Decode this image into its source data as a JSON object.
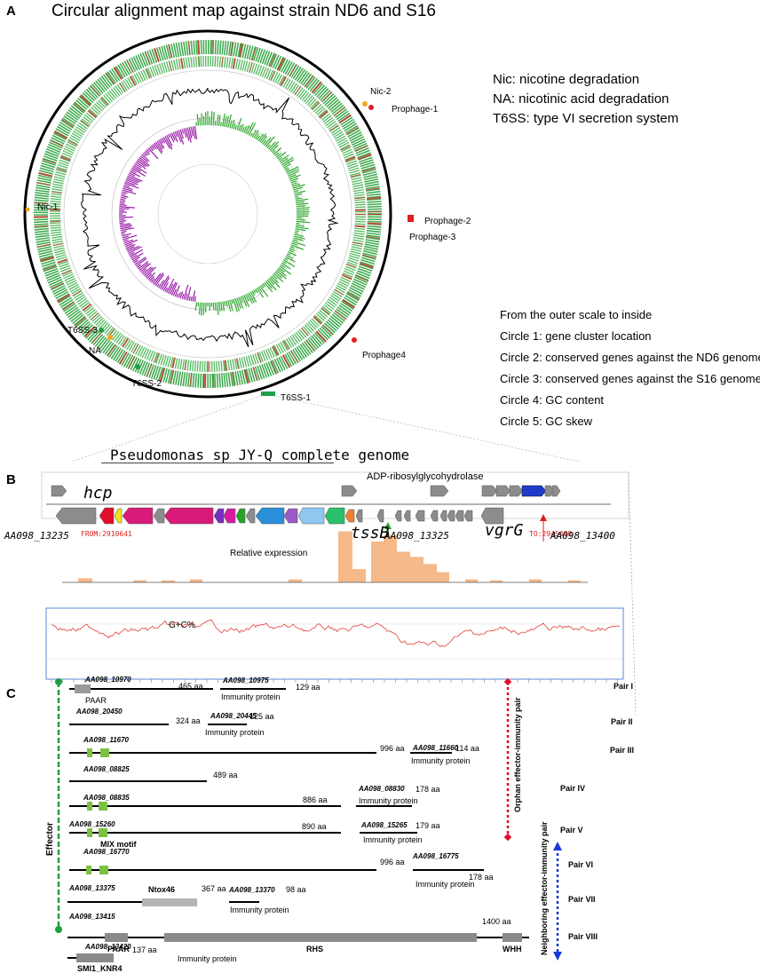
{
  "panel_a": {
    "letter": "A",
    "title": "Circular alignment map against strain ND6 and S16",
    "abbreviations": [
      "Nic: nicotine degradation",
      "NA: nicotinic acid degradation",
      "T6SS: type VI secretion system"
    ],
    "circle_legend": [
      "From the outer scale to inside",
      "Circle 1: gene cluster location",
      "Circle 2: conserved genes against the ND6 genome",
      "Circle 3: conserved genes against the S16 genome",
      "Circle 4: GC content",
      "Circle 5: GC skew"
    ],
    "map_labels": {
      "nic2": "Nic-2",
      "prophage1": "Prophage-1",
      "nic1": "Nic-1",
      "prophage2": "Prophage-2",
      "prophage3": "Prophage-3",
      "t6ss3": "T6SS-3",
      "na": "NA",
      "prophage4": "Prophage4",
      "t6ss2": "T6SS-2",
      "t6ss1": "T6SS-1"
    },
    "colors": {
      "ring_green": "#3aa84a",
      "ring_red": "#c0392b",
      "gc_purple": "#9a1fa8",
      "gc_green": "#2ea82e",
      "marker_orange": "#f5a623",
      "marker_red": "#e02020",
      "marker_green": "#1f9e4a"
    }
  },
  "panel_b": {
    "letter": "B",
    "genome_title": "Pseudomonas sp JY-Q complete genome",
    "labels": {
      "hcp": "hcp",
      "adp": "ADP-ribosylglycohydrolase",
      "tssb": "tssB",
      "vgrg": "vgrG",
      "left_id": "AA098_13235",
      "mid_id": "AA098_13325",
      "right_id": "AA098_13400",
      "from": "FROM:2910641",
      "to": "TO:2945499",
      "rel_expr": "Relative expression",
      "gc": "G+C%"
    },
    "colors": {
      "expr_bar": "#f6b98a",
      "gc_line": "#e0403a",
      "arrow_green": "#2aa02a",
      "arrow_red": "#e02020"
    }
  },
  "panel_c": {
    "letter": "C",
    "effector_label": "Effector",
    "orphan_label": "Orphan effector-immunity pair",
    "neighbor_label": "Neighboring effector-immunity pair",
    "pairs": [
      "Pair I",
      "Pair II",
      "Pair III",
      "Pair IV",
      "Pair V",
      "Pair VI",
      "Pair VII",
      "Pair VIII"
    ],
    "rows": [
      {
        "effector_id": "AA098_10970",
        "effector_aa": "465 aa",
        "immunity_id": "AA098_10975",
        "immunity_aa": "129 aa",
        "immunity_label": "Immunity protein",
        "domain": "PAAR"
      },
      {
        "effector_id": "AA098_20450",
        "effector_aa": "324 aa",
        "immunity_id": "AA098_20445",
        "immunity_aa": "125 aa",
        "immunity_label": "Immunity protein"
      },
      {
        "effector_id": "AA098_11670",
        "effector_aa": "996 aa",
        "immunity_id": "AA098_11660",
        "immunity_aa": "114 aa",
        "immunity_label": "Immunity protein"
      },
      {
        "effector_id": "AA098_08825",
        "effector_aa": "489 aa"
      },
      {
        "effector_id": "AA098_08835",
        "effector_aa": "886 aa",
        "immunity_id": "AA098_08830",
        "immunity_aa": "178 aa",
        "immunity_label": "Immunity protein"
      },
      {
        "effector_id": "AA098_15260",
        "effector_aa": "890 aa",
        "immunity_id": "AA098_15265",
        "immunity_aa": "179 aa",
        "immunity_label": "Immunity protein",
        "domain": "MIX motif"
      },
      {
        "effector_id": "AA098_16770",
        "effector_aa": "996 aa",
        "immunity_id": "AA098_16775",
        "immunity_aa": "178 aa",
        "immunity_label": "Immunity protein"
      },
      {
        "effector_id": "AA098_13375",
        "effector_aa": "367 aa",
        "immunity_id": "AA098_13370",
        "immunity_aa": "98 aa",
        "immunity_label": "Immunity protein",
        "domain": "Ntox46"
      },
      {
        "effector_id": "AA098_13415",
        "effector_aa": "1400 aa",
        "domain_1": "PAAR",
        "domain_2": "RHS",
        "domain_3": "WHH"
      },
      {
        "effector_id": "AA098_13420",
        "effector_aa": "137 aa",
        "immunity_label": "Immunity protein",
        "domain": "SMI1_KNR4"
      }
    ],
    "colors": {
      "effector_green": "#1e9e3e",
      "orphan_red": "#e0102a",
      "neighbor_blue": "#1a3ad6",
      "motif_green": "#7dc142",
      "domain_gray": "#9a9a9a"
    }
  }
}
